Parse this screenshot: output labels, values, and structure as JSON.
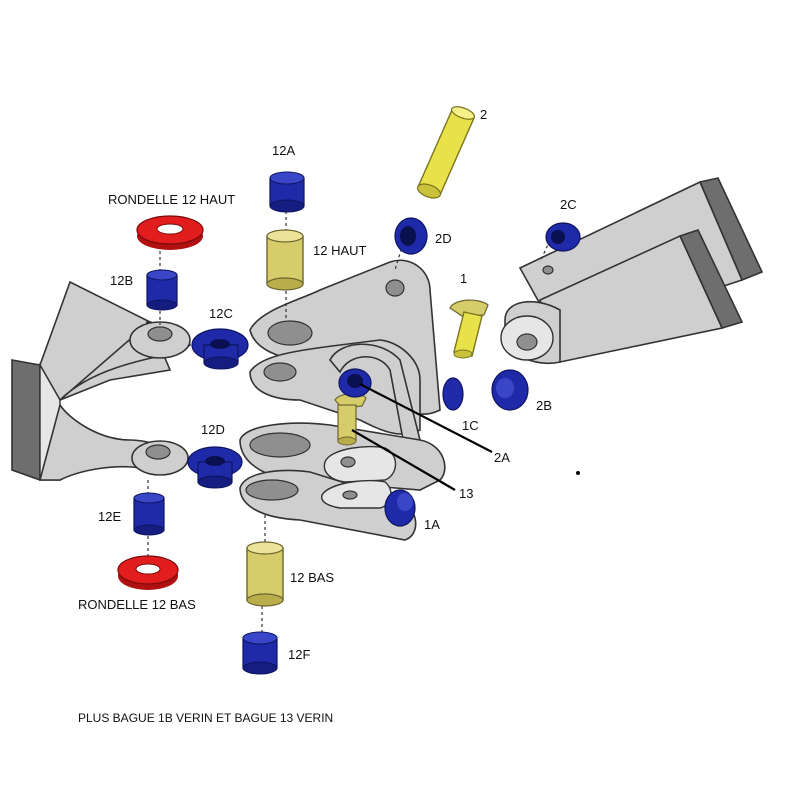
{
  "labels": {
    "l2": "2",
    "l12A": "12A",
    "rondelleHaut": "RONDELLE 12 HAUT",
    "l2D": "2D",
    "l2C": "2C",
    "l12Haut": "12 HAUT",
    "l1": "1",
    "l12B": "12B",
    "l12C": "12C",
    "l2B": "2B",
    "l1C": "1C",
    "l2A": "2A",
    "l12D": "12D",
    "l13": "13",
    "l1A": "1A",
    "l12E": "12E",
    "l12Bas": "12 BAS",
    "rondelleBas": "RONDELLE 12 BAS",
    "l12F": "12F"
  },
  "footer_note": "PLUS BAGUE 1B VERIN ET BAGUE 13 VERIN",
  "colors": {
    "bushing_blue": "#1f2aa8",
    "bushing_blue_dark": "#0e1460",
    "pin_yellow": "#e8e24a",
    "pin_khaki": "#d6cc6a",
    "washer_red": "#e21d1d",
    "metal_grey": "#cfcfcf",
    "metal_dark": "#6e6e6e"
  }
}
